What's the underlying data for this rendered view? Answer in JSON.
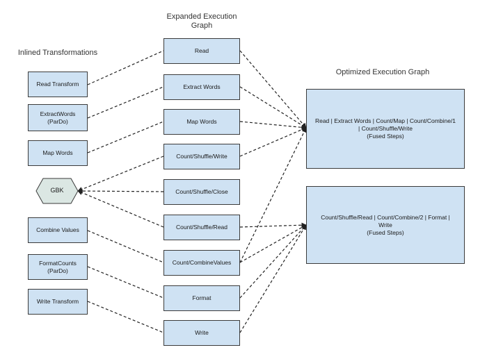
{
  "headings": {
    "inlined": "Inlined Transformations",
    "expanded": "Expanded Execution\nGraph",
    "optimized": "Optimized Execution Graph"
  },
  "inlined": [
    {
      "id": "read_transform",
      "label": "Read Transform"
    },
    {
      "id": "extractwords_pardo",
      "label": "ExtractWords\n(ParDo)"
    },
    {
      "id": "map_words_left",
      "label": "Map Words"
    },
    {
      "id": "combine_values",
      "label": "Combine Values"
    },
    {
      "id": "formatcounts_pardo",
      "label": "FormatCounts\n(ParDo)"
    },
    {
      "id": "write_transform",
      "label": "Write Transform"
    }
  ],
  "gbk": {
    "id": "gbk",
    "label": "GBK",
    "fill": "#dbe7e3"
  },
  "expanded": [
    {
      "id": "read",
      "label": "Read"
    },
    {
      "id": "extract_words",
      "label": "Extract Words"
    },
    {
      "id": "map_words",
      "label": "Map Words"
    },
    {
      "id": "count_shuffle_write",
      "label": "Count/Shuffle/Write"
    },
    {
      "id": "count_shuffle_close",
      "label": "Count/Shuffle/Close"
    },
    {
      "id": "count_shuffle_read",
      "label": "Count/Shuffle/Read"
    },
    {
      "id": "count_combinevalues",
      "label": "Count/CombineValues"
    },
    {
      "id": "format",
      "label": "Format"
    },
    {
      "id": "write",
      "label": "Write"
    }
  ],
  "optimized": [
    {
      "id": "fused1",
      "label": "Read | Extract Words | Count/Map | Count/Combine/1\n| Count/Shuffle/Write\n(Fused Steps)"
    },
    {
      "id": "fused2",
      "label": "Count/Shuffle/Read | Count/Combine/2 | Format |\nWrite\n(Fused Steps)"
    }
  ],
  "colors": {
    "box_fill": "#cfe2f3",
    "border": "#3a3a3a",
    "edge": "#222222"
  }
}
